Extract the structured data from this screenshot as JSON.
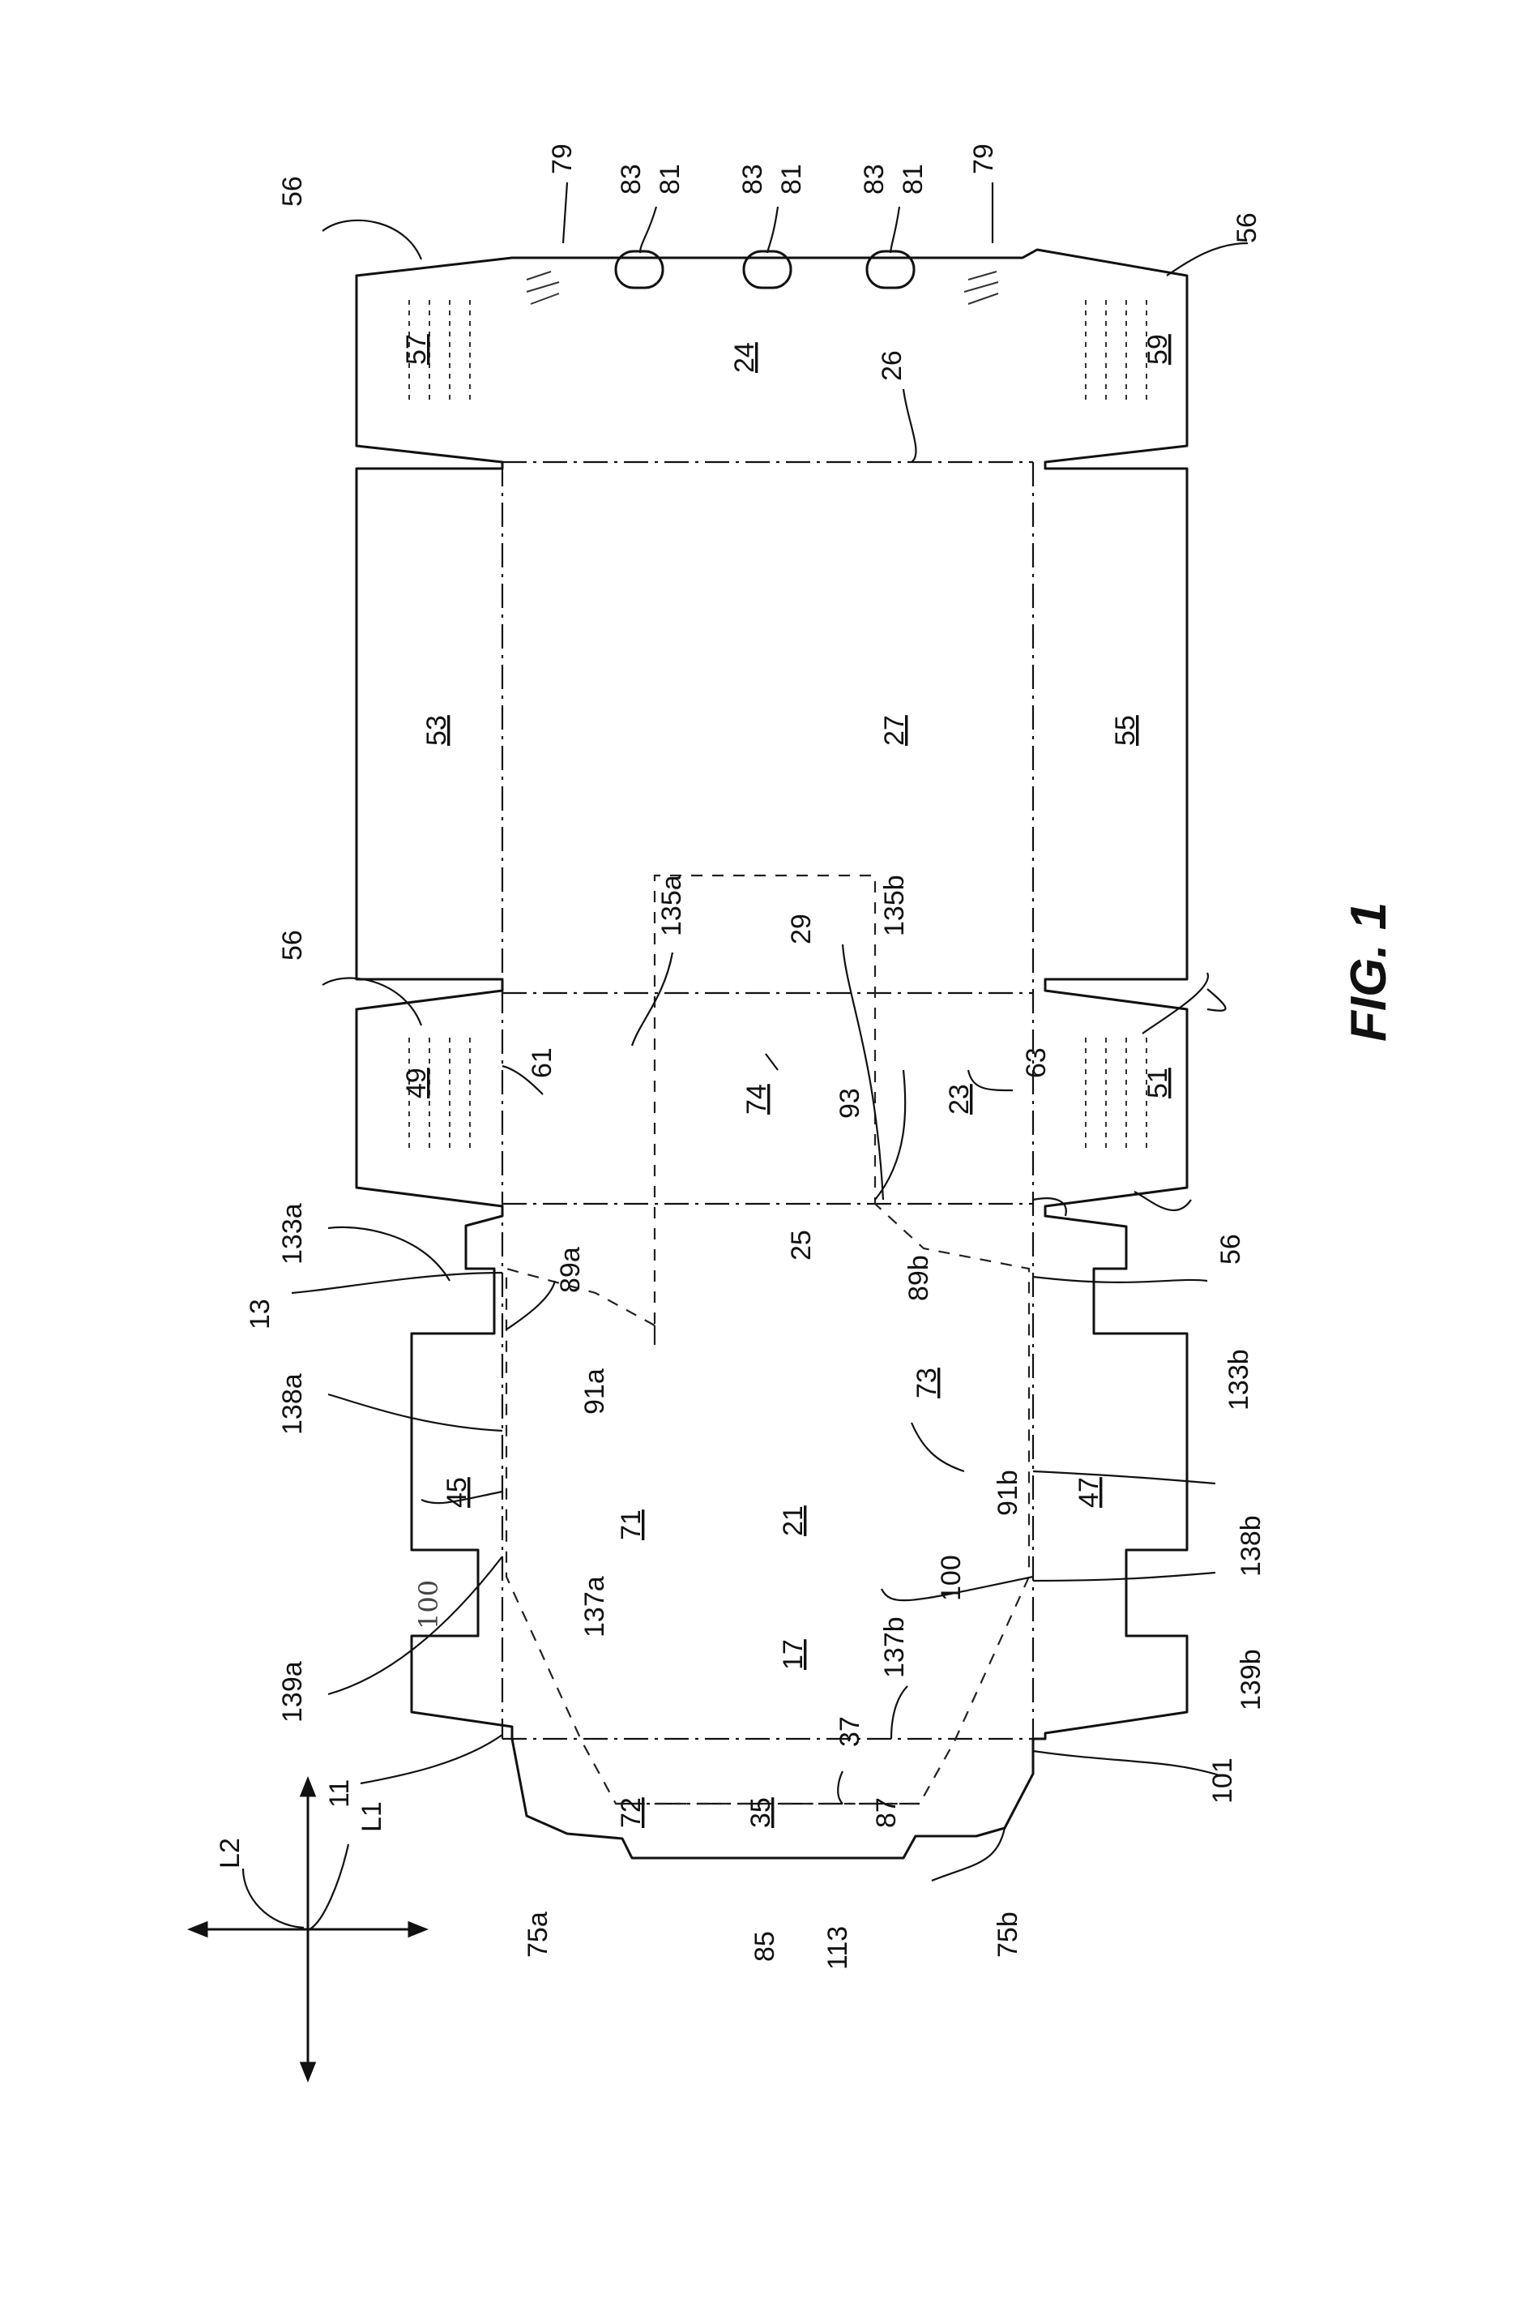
{
  "figure_title": "FIG. 1",
  "axis_labels": {
    "first": "L1",
    "second": "L2"
  },
  "handwritten_note": "100",
  "labels": {
    "n11": "11",
    "n13": "13",
    "n17": "17",
    "n21": "21",
    "n23": "23",
    "n24": "24",
    "n25": "25",
    "n26": "26",
    "n27": "27",
    "n29": "29",
    "n35": "35",
    "n37": "37",
    "n45": "45",
    "n47": "47",
    "n49": "49",
    "n51": "51",
    "n53": "53",
    "n55": "55",
    "n56a": "56",
    "n56b": "56",
    "n56c": "56",
    "n56d": "56",
    "n57": "57",
    "n59": "59",
    "n61": "61",
    "n63": "63",
    "n71": "71",
    "n72": "72",
    "n73": "73",
    "n74": "74",
    "n75a": "75a",
    "n75b": "75b",
    "n79a": "79",
    "n79b": "79",
    "n81a": "81",
    "n81b": "81",
    "n81c": "81",
    "n83a": "83",
    "n83b": "83",
    "n83c": "83",
    "n85": "85",
    "n87": "87",
    "n89a": "89a",
    "n89b": "89b",
    "n91a": "91a",
    "n91b": "91b",
    "n93": "93",
    "n100": "100",
    "n101": "101",
    "n113": "113",
    "n133a": "133a",
    "n133b": "133b",
    "n135a": "135a",
    "n135b": "135b",
    "n137a": "137a",
    "n137b": "137b",
    "n138a": "138a",
    "n138b": "138b",
    "n139a": "139a",
    "n139b": "139b"
  }
}
